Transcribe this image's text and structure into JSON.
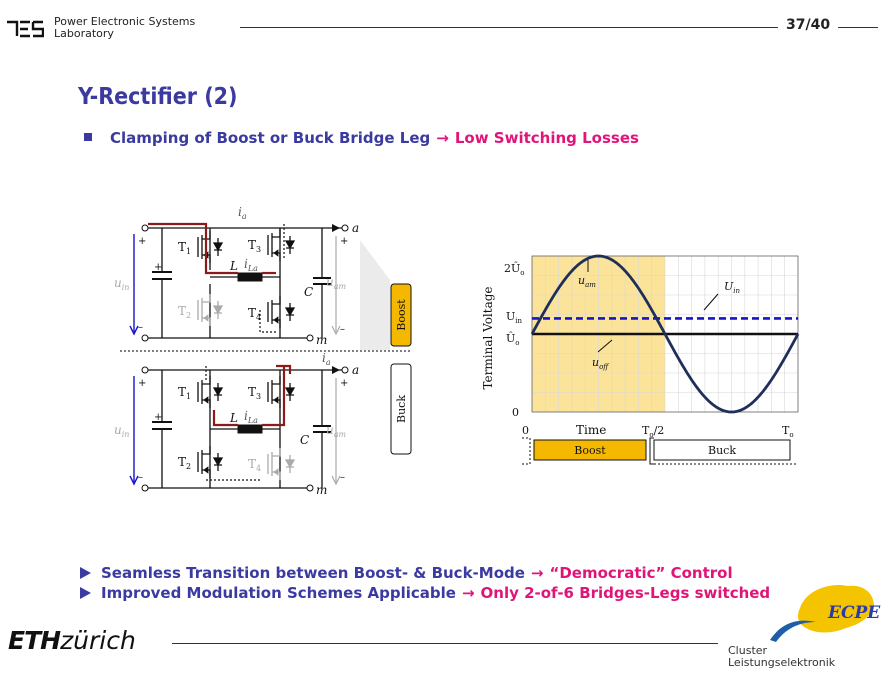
{
  "header": {
    "lab_line1": "Power Electronic Systems",
    "lab_line2": "Laboratory",
    "page": "37/40"
  },
  "title": "Y-Rectifier (2)",
  "bullet1": {
    "text": "Clamping of Boost or Buck Bridge Leg",
    "arrow": "→",
    "result": "Low Switching Losses"
  },
  "circuit": {
    "top": {
      "ia": "i",
      "ia_sub": "a",
      "iLa": "i",
      "iLa_sub": "La",
      "L": "L",
      "C": "C",
      "a": "a",
      "m": "m",
      "uin": "u",
      "uin_sub": "in",
      "uam": "u",
      "uam_sub": "am",
      "t1": "T",
      "t1_sub": "1",
      "t2": "T",
      "t2_sub": "2",
      "t3": "T",
      "t3_sub": "3",
      "t4": "T",
      "t4_sub": "4",
      "plus": "+",
      "minus": "–",
      "mode": "Boost"
    },
    "bottom": {
      "ia": "i",
      "ia_sub": "a",
      "iLa": "i",
      "iLa_sub": "La",
      "L": "L",
      "C": "C",
      "a": "a",
      "m": "m",
      "uin": "u",
      "uin_sub": "in",
      "uam": "u",
      "uam_sub": "am",
      "t1": "T",
      "t1_sub": "1",
      "t2": "T",
      "t2_sub": "2",
      "t3": "T",
      "t3_sub": "3",
      "t4": "T",
      "t4_sub": "4",
      "plus": "+",
      "minus": "–",
      "mode": "Buck"
    }
  },
  "plot": {
    "ylabel": "Terminal Voltage",
    "xlabel": "Time",
    "ytick_2uo": "2Û",
    "ytick_2uo_sub": "o",
    "ytick_uin": "U",
    "ytick_uin_sub": "in",
    "ytick_uo": "Û",
    "ytick_uo_sub": "o",
    "ytick_0": "0",
    "xtick_0": "0",
    "xtick_half": "T",
    "xtick_half_sub": "o",
    "xtick_half_suffix": "/2",
    "xtick_end": "T",
    "xtick_end_sub": "o",
    "label_uam": "u",
    "label_uam_sub": "am",
    "label_uin": "U",
    "label_uin_sub": "in",
    "label_uoff": "u",
    "label_uoff_sub": "off",
    "boost_label": "Boost",
    "buck_label": "Buck"
  },
  "chart_data": {
    "type": "line",
    "xlabel": "Time",
    "ylabel": "Terminal Voltage",
    "x_range": [
      0,
      1
    ],
    "y_range": [
      0,
      2
    ],
    "series": [
      {
        "name": "u_am",
        "formula": "1 + sin(2*pi*x)"
      },
      {
        "name": "U_in",
        "value": 1.2
      },
      {
        "name": "u_off",
        "value": 1.0
      }
    ],
    "regions": [
      {
        "name": "Boost",
        "x": [
          0,
          0.5
        ]
      },
      {
        "name": "Buck",
        "x": [
          0.5,
          1
        ]
      }
    ]
  },
  "bullets": [
    {
      "text": "Seamless Transition between Boost- & Buck-Mode",
      "arrow": "→",
      "result": "“Democratic” Control"
    },
    {
      "text": "Improved Modulation Schemes Applicable",
      "arrow": "→",
      "result": "Only 2-of-6 Bridges-Legs switched"
    }
  ],
  "footer": {
    "eth_bold": "ETH",
    "eth_rest": "zürich",
    "cluster1": "Cluster",
    "cluster2": "Leistungselektronik",
    "ecpe": "ECPE"
  },
  "colors": {
    "title": "#3a3aa0",
    "accent": "#e0157a",
    "boost_fill": "#fce39a",
    "boost_box": "#f5b800",
    "curve": "#1e2f5a",
    "uin_line": "#1515c8"
  }
}
